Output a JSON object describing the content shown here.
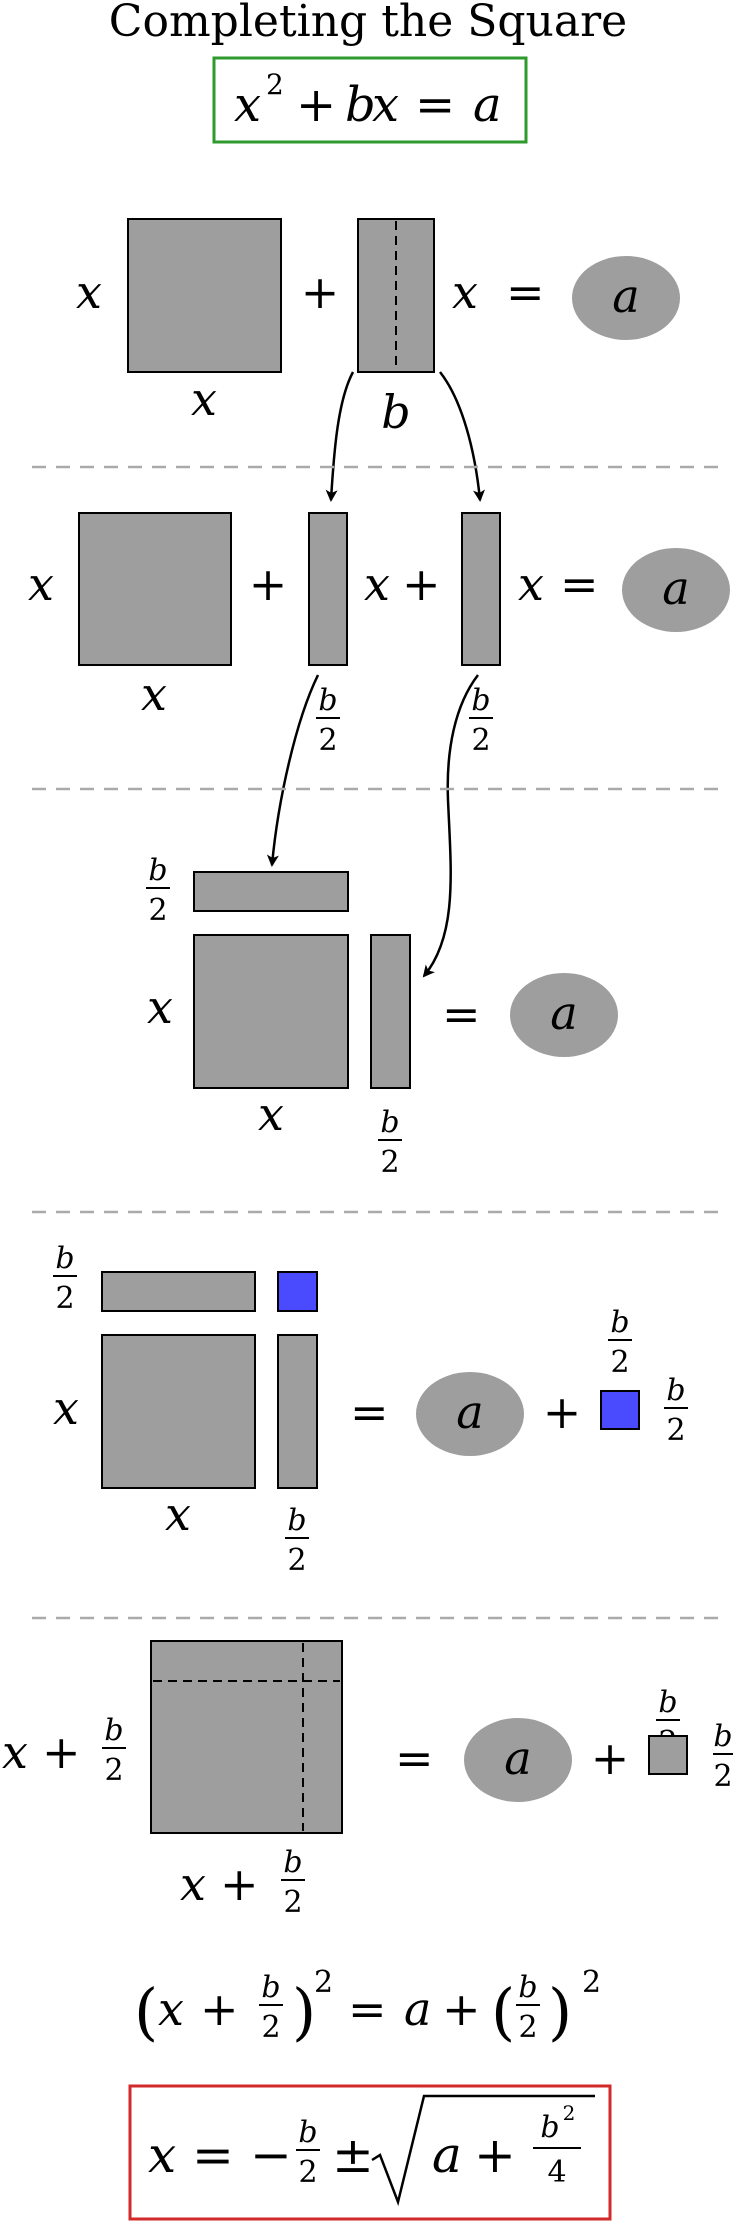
{
  "title": "Completing the Square",
  "colors": {
    "tile_gray": "#9e9e9e",
    "square_blue": "#4a4aff",
    "equation_box": "#2e9a2e",
    "result_box": "#d22a2a"
  },
  "eq_top": {
    "x": "x",
    "two": "2",
    "plus": "+",
    "b": "b",
    "eq": "=",
    "a": "a"
  },
  "step1": {
    "x": "x",
    "b": "b",
    "plus": "+",
    "eq": "=",
    "a": "a"
  },
  "step2": {
    "x": "x",
    "plus": "+",
    "eq": "=",
    "b": "b",
    "two": "2",
    "a": "a"
  },
  "step3": {
    "x": "x",
    "b": "b",
    "two": "2",
    "eq": "=",
    "a": "a"
  },
  "step4": {
    "x": "x",
    "b": "b",
    "two": "2",
    "eq": "=",
    "plus": "+",
    "a": "a"
  },
  "step5": {
    "x": "x",
    "b": "b",
    "two": "2",
    "eq": "=",
    "plus": "+",
    "a": "a"
  },
  "final": {
    "lparen": "(",
    "rparen": ")",
    "x": "x",
    "plus": "+",
    "b": "b",
    "two": "2",
    "eq": "=",
    "a": "a",
    "minus": "−",
    "pm": "±",
    "four": "4"
  }
}
